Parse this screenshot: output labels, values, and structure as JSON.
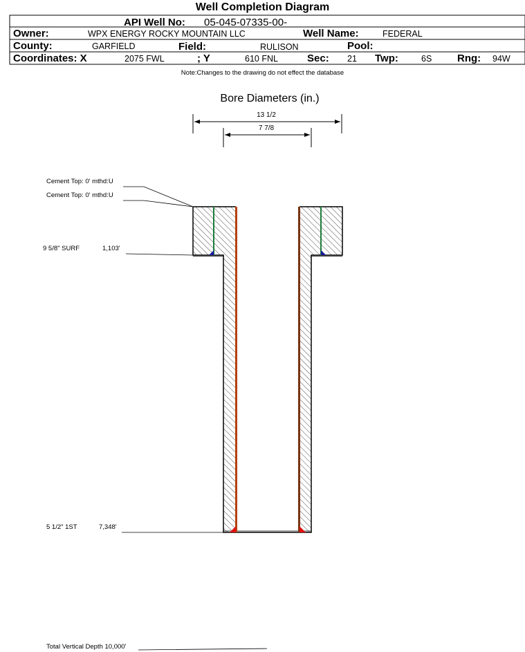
{
  "header": {
    "title": "Well Completion Diagram",
    "api_label": "API Well No:",
    "api_value": "05-045-07335-00-",
    "owner_label": "Owner:",
    "owner_value": "WPX ENERGY ROCKY MOUNTAIN LLC",
    "well_name_label": "Well Name:",
    "well_name_value": "FEDERAL",
    "county_label": "County:",
    "county_value": "GARFIELD",
    "field_label": "Field:",
    "field_value": "RULISON",
    "pool_label": "Pool:",
    "pool_value": "",
    "coord_x_label": "Coordinates: X",
    "coord_x_value": "2075 FWL",
    "coord_y_label": "; Y",
    "coord_y_value": "610 FNL",
    "sec_label": "Sec:",
    "sec_value": "21",
    "twp_label": "Twp:",
    "twp_value": "6S",
    "rng_label": "Rng:",
    "rng_value": "94W",
    "note": "Note:Changes to the drawing do not effect the database"
  },
  "diagram": {
    "bore_title": "Bore Diameters (in.)",
    "bore_outer": "13 1/2",
    "bore_inner": "7 7/8",
    "cement_top_1": "Cement Top: 0' mthd:U",
    "cement_top_2": "Cement Top: 0' mthd:U",
    "casing_surface_name": "9 5/8\" SURF",
    "casing_surface_depth": "1,103'",
    "casing_prod_name": "5 1/2\" 1ST",
    "casing_prod_depth": "7,348'",
    "total_depth": "Total Vertical Depth 10,000'"
  },
  "colors": {
    "surface_casing": "#1e7a3c",
    "production_casing": "#8b3a0f",
    "surface_shoe": "#1a1aa0",
    "production_shoe": "#e01010",
    "hatch": "#000000"
  }
}
